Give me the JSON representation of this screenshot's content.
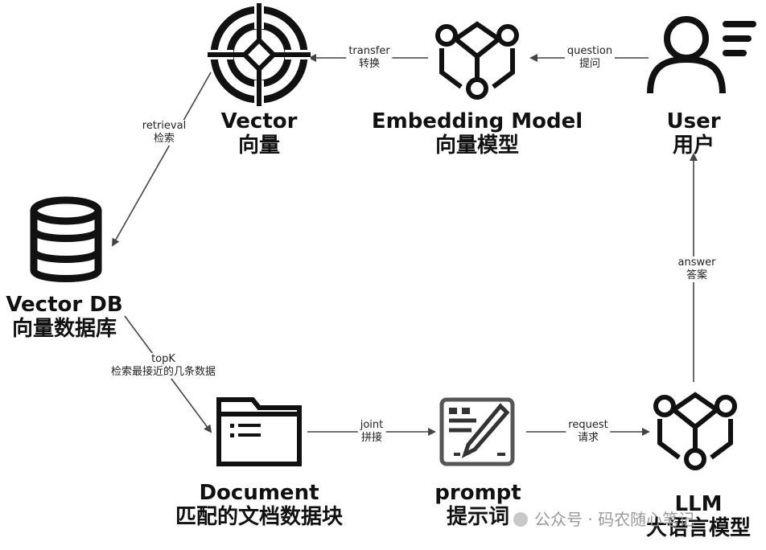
{
  "nodes": {
    "vector": {
      "title_en": "Vector",
      "title_zh": "向量",
      "icon": "crosshair-icon"
    },
    "embedding": {
      "title_en": "Embedding Model",
      "title_zh": "向量模型",
      "icon": "network-cube-icon"
    },
    "user": {
      "title_en": "User",
      "title_zh": "用户",
      "icon": "user-icon"
    },
    "vectordb": {
      "title_en": "Vector DB",
      "title_zh": "向量数据库",
      "icon": "database-icon"
    },
    "document": {
      "title_en": "Document",
      "title_zh": "匹配的文档数据块",
      "icon": "folder-icon"
    },
    "prompt": {
      "title_en": "prompt",
      "title_zh": "提示词",
      "icon": "pen-document-icon"
    },
    "llm": {
      "title_en": "LLM",
      "title_zh": "大语言模型",
      "icon": "network-cube-icon"
    }
  },
  "edges": {
    "user_to_embedding": {
      "en": "question",
      "zh": "提问"
    },
    "embedding_to_vector": {
      "en": "transfer",
      "zh": "转换"
    },
    "vector_to_vectordb": {
      "en": "retrieval",
      "zh": "检索"
    },
    "vectordb_to_document": {
      "en": "topK",
      "zh": "检索最接近的几条数据"
    },
    "document_to_prompt": {
      "en": "joint",
      "zh": "拼接"
    },
    "prompt_to_llm": {
      "en": "request",
      "zh": "请求"
    },
    "llm_to_user": {
      "en": "answer",
      "zh": "答案"
    }
  },
  "watermark": {
    "text": "公众号 · 码农随心笔记"
  },
  "colors": {
    "stroke": "#111111",
    "label": "#222222",
    "watermark": "#9a9a9a"
  }
}
